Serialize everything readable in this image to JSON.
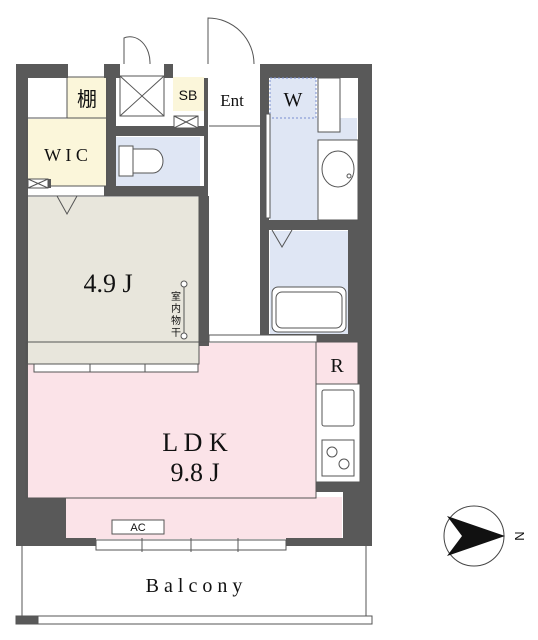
{
  "rooms": {
    "shelf": "棚",
    "wic": "W I C",
    "sb": "SB",
    "entrance": "Ent",
    "washer": "W",
    "western_room_size": "4.9 J",
    "indoor_drying": [
      "室",
      "内",
      "物",
      "干"
    ],
    "refrigerator": "R",
    "ldk_name": "L D K",
    "ldk_size": "9.8 J",
    "aircon": "AC",
    "balcony": "B a l c o n y"
  },
  "compass": {
    "label": "N"
  },
  "colors": {
    "wall": "#595959",
    "ldk_floor": "#fbe3e8",
    "western_floor": "#e8e6dc",
    "wet_area": "#dfe6f4",
    "storage": "#fbf6da"
  }
}
